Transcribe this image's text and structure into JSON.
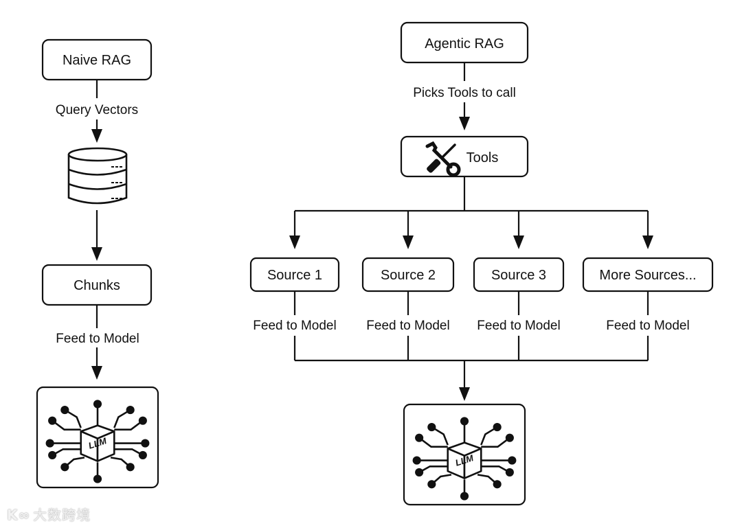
{
  "naive_rag": {
    "title": "Naive RAG",
    "step1_label": "Query Vectors",
    "database_icon": "database-icon",
    "chunks": "Chunks",
    "step2_label": "Feed to Model",
    "model_icon": "llm-chip-icon",
    "model_text": "LLM"
  },
  "agentic_rag": {
    "title": "Agentic RAG",
    "step1_label": "Picks Tools to call",
    "tools": "Tools",
    "tools_icon": "wrench-screwdriver-icon",
    "sources": [
      {
        "label": "Source 1",
        "edge_label": "Feed to Model"
      },
      {
        "label": "Source 2",
        "edge_label": "Feed to Model"
      },
      {
        "label": "Source 3",
        "edge_label": "Feed to Model"
      },
      {
        "label": "More Sources...",
        "edge_label": "Feed to Model"
      }
    ],
    "model_icon": "llm-chip-icon",
    "model_text": "LLM"
  },
  "watermark": {
    "logo": "K∞",
    "text": "大数跨境"
  }
}
